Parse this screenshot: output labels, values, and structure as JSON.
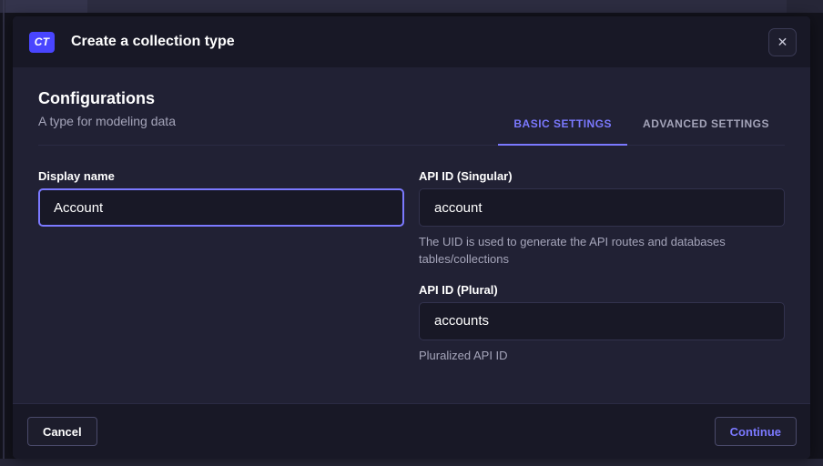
{
  "modal": {
    "header": {
      "badge": "CT",
      "title": "Create a collection type",
      "close_icon": "✕"
    },
    "section": {
      "title": "Configurations",
      "subtitle": "A type for modeling data"
    },
    "tabs": [
      {
        "label": "BASIC SETTINGS",
        "active": true
      },
      {
        "label": "ADVANCED SETTINGS",
        "active": false
      }
    ],
    "form": {
      "display_name": {
        "label": "Display name",
        "value": "Account"
      },
      "api_id_singular": {
        "label": "API ID (Singular)",
        "value": "account",
        "hint": "The UID is used to generate the API routes and databases tables/collections"
      },
      "api_id_plural": {
        "label": "API ID (Plural)",
        "value": "accounts",
        "hint": "Pluralized API ID"
      }
    },
    "footer": {
      "cancel_label": "Cancel",
      "continue_label": "Continue"
    }
  },
  "colors": {
    "primary": "#4945ff",
    "primary_light": "#7b79ff",
    "modal_bg": "#212134",
    "panel_bg": "#181826",
    "border": "#32324d",
    "text_muted": "#a5a5ba"
  }
}
